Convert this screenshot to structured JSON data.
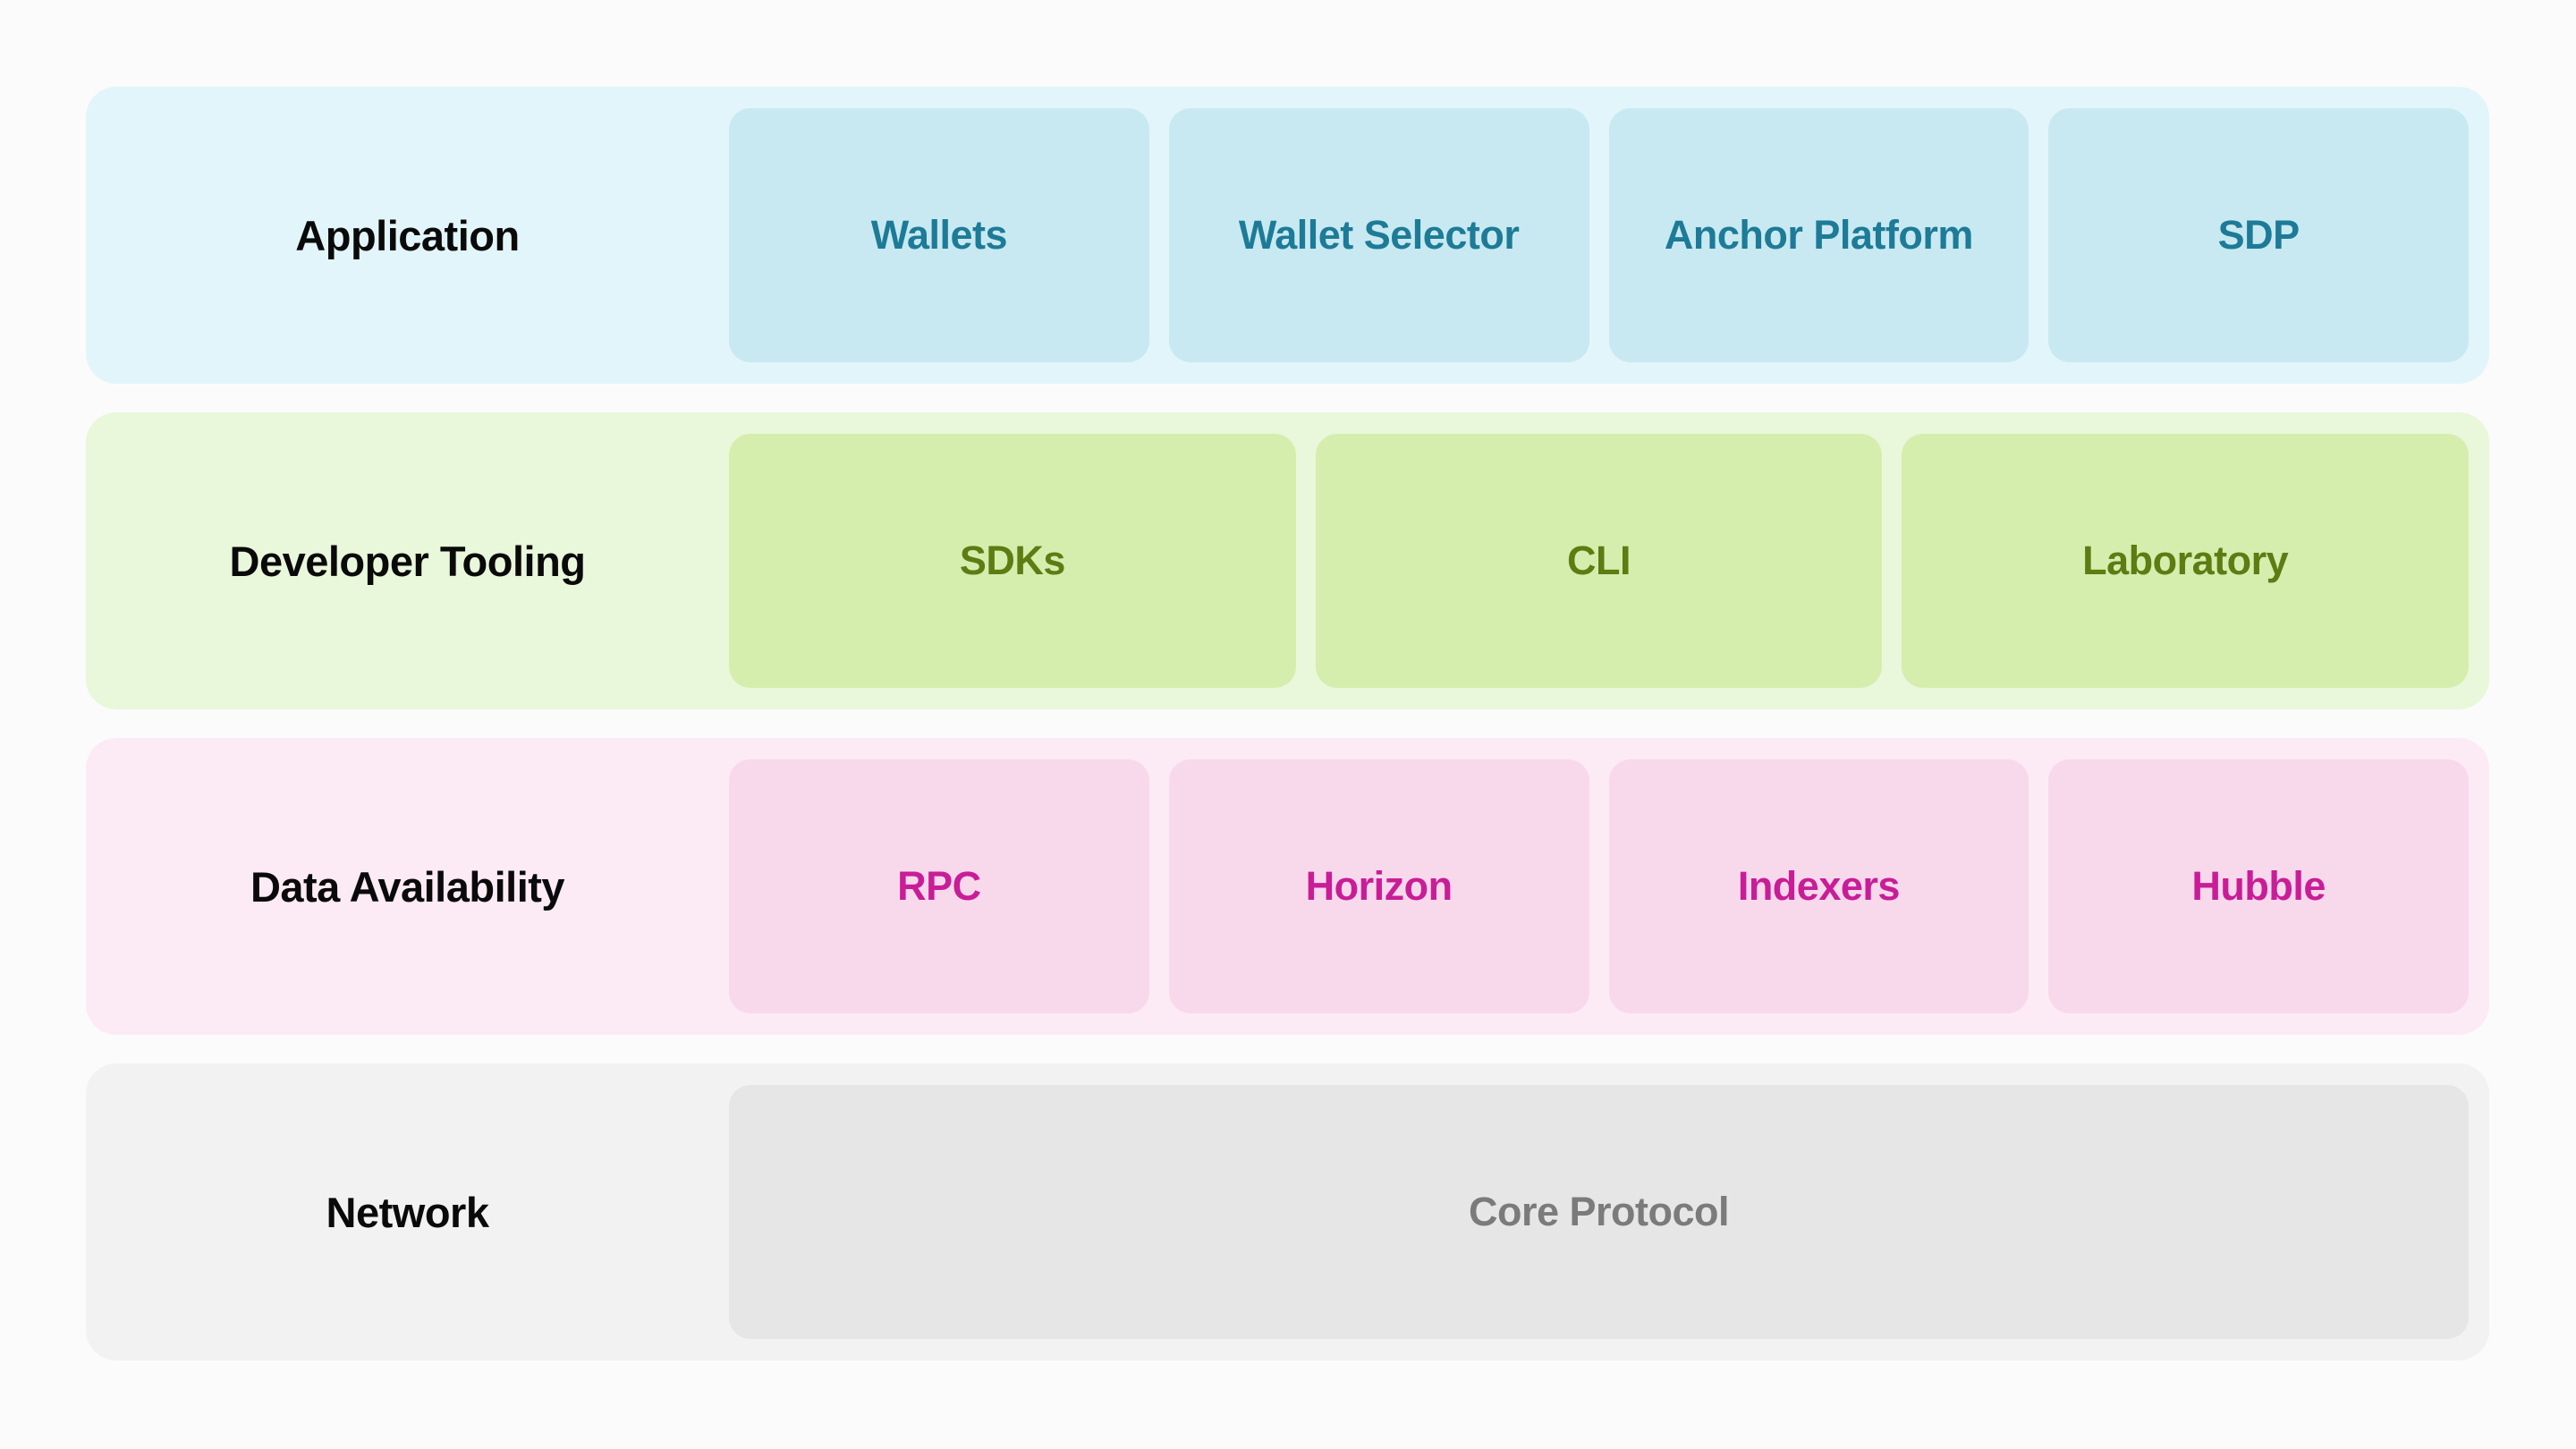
{
  "diagram": {
    "background": "#fbfbfb",
    "label_color": "#0a0a0a",
    "layers": [
      {
        "label": "Application",
        "row_bg": "#e2f5fa",
        "box_bg": "#c8e9f1",
        "text_color": "#1d7b97",
        "boxes": [
          "Wallets",
          "Wallet Selector",
          "Anchor Platform",
          "SDP"
        ]
      },
      {
        "label": "Developer Tooling",
        "row_bg": "#e9f7db",
        "box_bg": "#d5eeae",
        "text_color": "#5d7c12",
        "boxes": [
          "SDKs",
          "CLI",
          "Laboratory"
        ]
      },
      {
        "label": "Data Availability",
        "row_bg": "#fcebf5",
        "box_bg": "#f8d9ec",
        "text_color": "#c91d97",
        "boxes": [
          "RPC",
          "Horizon",
          "Indexers",
          "Hubble"
        ]
      },
      {
        "label": "Network",
        "row_bg": "#f2f2f2",
        "box_bg": "#e6e6e6",
        "text_color": "#7b7b7b",
        "boxes": [
          "Core Protocol"
        ]
      }
    ]
  }
}
